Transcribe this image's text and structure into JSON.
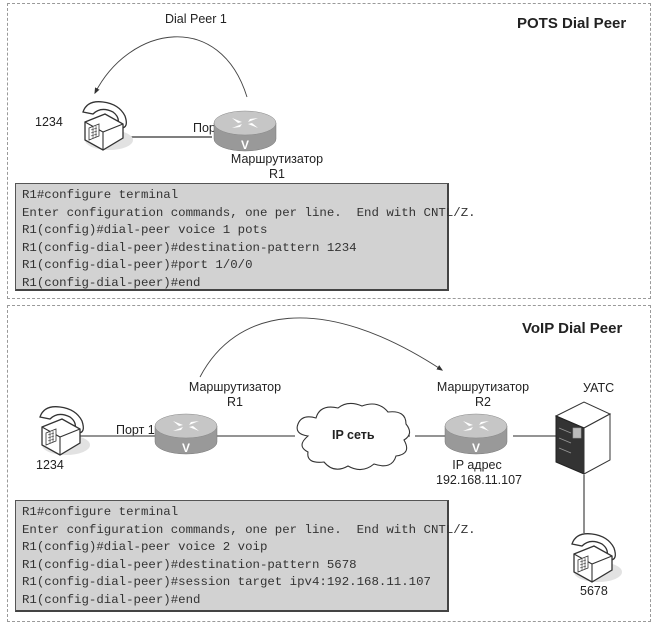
{
  "pots": {
    "title": "POTS Dial Peer",
    "arc_label": "Dial Peer 1",
    "phone_number": "1234",
    "port_label": "Порт 1/0/0",
    "router_label_line1": "Маршрутизатор",
    "router_label_line2": "R1",
    "terminal": [
      "R1#configure terminal",
      "Enter configuration commands, one per line.  End with CNTL/Z.",
      "R1(config)#dial-peer voice 1 pots",
      "R1(config-dial-peer)#destination-pattern 1234",
      "R1(config-dial-peer)#port 1/0/0",
      "R1(config-dial-peer)#end"
    ]
  },
  "voip": {
    "title": "VoIP Dial Peer",
    "phone_number": "1234",
    "port_label": "Порт 1/0/0",
    "router1_label_line1": "Маршрутизатор",
    "router1_label_line2": "R1",
    "cloud_label": "IP сеть",
    "router2_label_line1": "Маршрутизатор",
    "router2_label_line2": "R2",
    "router2_ip_label": "IP адрес",
    "router2_ip": "192.168.11.107",
    "pbx_label": "УАТС",
    "remote_phone_number": "5678",
    "terminal": [
      "R1#configure terminal",
      "Enter configuration commands, one per line.  End with CNTL/Z.",
      "R1(config)#dial-peer voice 2 voip",
      "R1(config-dial-peer)#destination-pattern 5678",
      "R1(config-dial-peer)#session target ipv4:192.168.11.107",
      "R1(config-dial-peer)#end"
    ]
  },
  "colors": {
    "terminal_bg": "#d2d2d2",
    "router_body": "#9a9a9a",
    "router_top": "#c4c4c4",
    "border": "#9a9a9a"
  }
}
